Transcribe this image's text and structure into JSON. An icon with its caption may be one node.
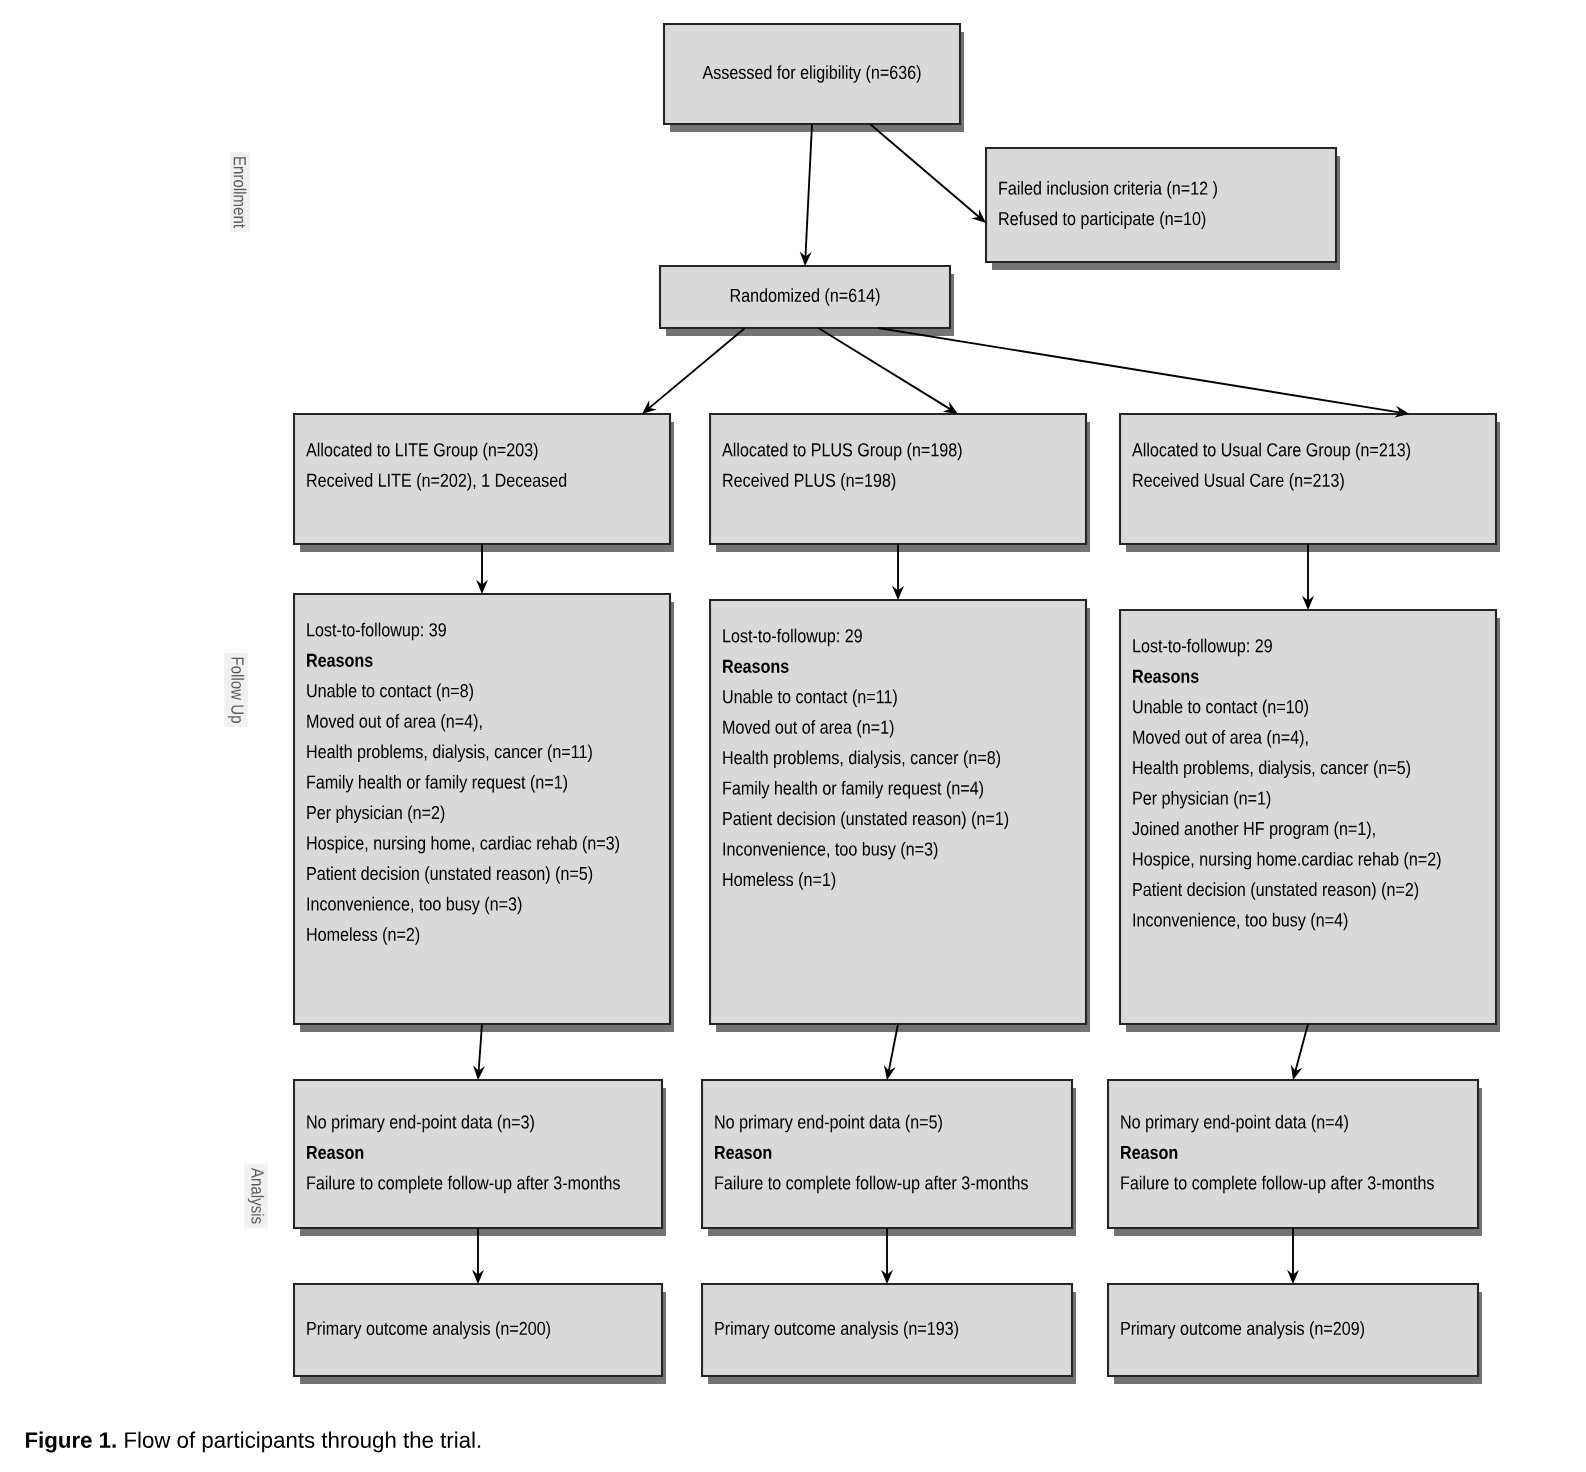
{
  "diagram": {
    "caption": "**Figure 1.** Flow of participants through the trial.",
    "nodes": [
      {
        "text": [
          "Assessed for eligibility (n=636)"
        ]
      },
      {
        "text": [
          "Failed inclusion criteria (n=12 )",
          "Refused to participate (n=10)"
        ]
      },
      {
        "text": [
          "Randomized (n=614)"
        ]
      },
      {
        "text": [
          "Allocated to LITE Group (n=203)",
          "Received LITE (n=202), 1 Deceased"
        ]
      },
      {
        "text": [
          "Allocated to PLUS Group (n=198)",
          "Received PLUS (n=198)"
        ]
      },
      {
        "text": [
          "Allocated to Usual Care Group (n=213)",
          "Received Usual Care (n=213)"
        ]
      },
      {
        "text": [
          "Lost-to-followup: 39",
          "Reasons",
          "Unable to contact (n=8)",
          "Moved out of area (n=4),",
          "Health problems, dialysis, cancer (n=11)",
          "Family health or family request (n=1)",
          "Per physician (n=2)",
          "Hospice, nursing home, cardiac rehab (n=3)",
          "Patient decision (unstated reason) (n=5)",
          "Inconvenience, too busy (n=3)",
          "Homeless (n=2)"
        ]
      },
      {
        "text": [
          "Lost-to-followup: 29",
          "Reasons",
          "Unable to contact (n=11)",
          "Moved out of area (n=1)",
          "Health problems, dialysis, cancer (n=8)",
          "Family health or family request (n=4)",
          "Patient decision (unstated reason) (n=1)",
          "Inconvenience, too busy (n=3)",
          "Homeless (n=1)"
        ]
      },
      {
        "text": [
          "Lost-to-followup: 29",
          "Reasons",
          "Unable to contact (n=10)",
          "Moved out of area (n=4),",
          "Health problems, dialysis, cancer (n=5)",
          "Per physician (n=1)",
          "Joined another HF program (n=1),",
          "Hospice, nursing home.cardiac rehab (n=2)",
          "Patient decision (unstated reason) (n=2)",
          "Inconvenience, too busy (n=4)"
        ]
      },
      {
        "text": [
          "No primary end-point data (n=3)",
          "Reason",
          "Failure to complete follow-up after 3-months"
        ]
      },
      {
        "text": [
          "No primary end-point data (n=5)",
          "Reason",
          "Failure to complete follow-up after 3-months"
        ]
      },
      {
        "text": [
          "No primary end-point data (n=4)",
          "Reason",
          "Failure to complete follow-up after 3-months"
        ]
      },
      {
        "text": [
          "Primary outcome analysis (n=200)"
        ]
      },
      {
        "text": [
          "Primary outcome analysis (n=193)"
        ]
      },
      {
        "text": [
          "Primary outcome analysis (n=209)"
        ]
      }
    ],
    "edges": [
      {
        "from": 0,
        "to": 2,
        "arrow": "to"
      },
      {
        "from": 0,
        "to": 1,
        "arrow": "to"
      },
      {
        "from": 2,
        "to": 3,
        "arrow": "to"
      },
      {
        "from": 2,
        "to": 4,
        "arrow": "to"
      },
      {
        "from": 2,
        "to": 5,
        "arrow": "to"
      },
      {
        "from": 3,
        "to": 6,
        "arrow": "to"
      },
      {
        "from": 4,
        "to": 7,
        "arrow": "to"
      },
      {
        "from": 5,
        "to": 8,
        "arrow": "to"
      },
      {
        "from": 6,
        "to": 9,
        "arrow": "to"
      },
      {
        "from": 7,
        "to": 10,
        "arrow": "to"
      },
      {
        "from": 8,
        "to": 11,
        "arrow": "to"
      },
      {
        "from": 9,
        "to": 12,
        "arrow": "to"
      },
      {
        "from": 10,
        "to": 13,
        "arrow": "to"
      },
      {
        "from": 11,
        "to": 14,
        "arrow": "to"
      }
    ],
    "labels": [
      "Enrollment",
      "Follow Up",
      "Analysis"
    ]
  }
}
